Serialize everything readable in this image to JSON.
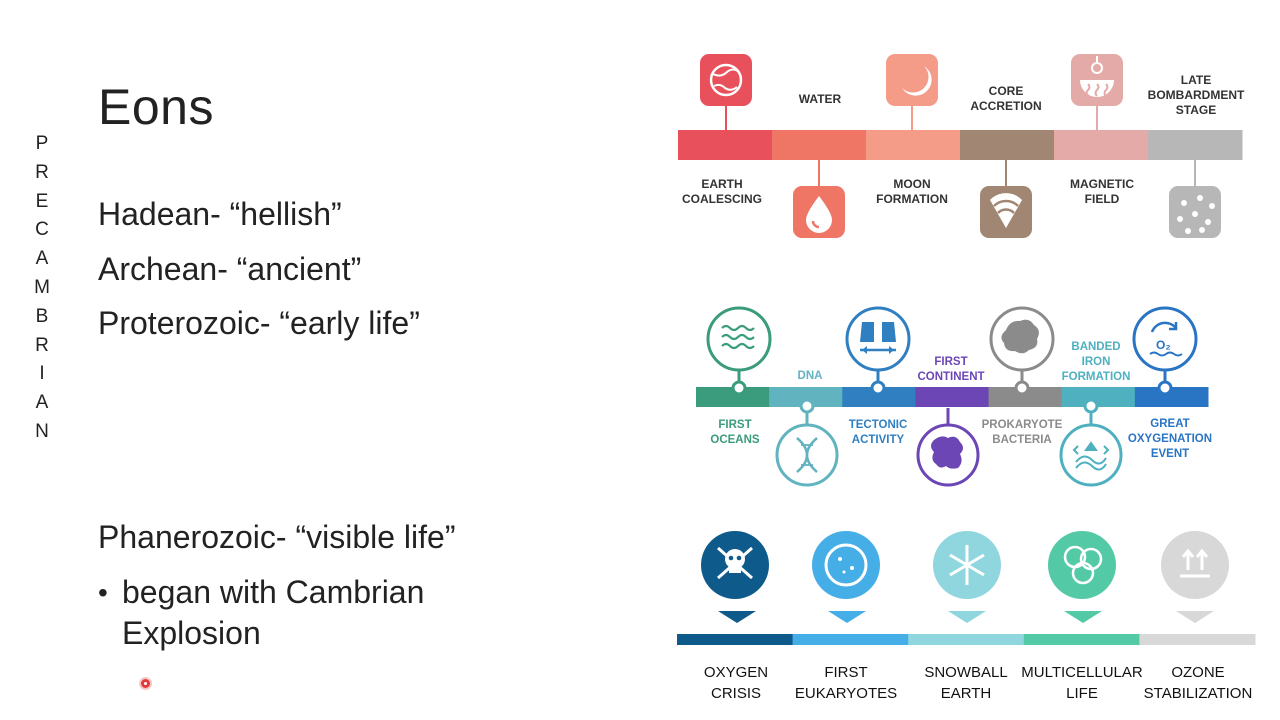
{
  "slide": {
    "title": "Eons",
    "vertical_letters": [
      "P",
      "R",
      "E",
      "C",
      "A",
      "M",
      "B",
      "R",
      "I",
      "A",
      "N"
    ],
    "eons": [
      "Hadean- “hellish”",
      "Archean- “ancient”",
      "Proterozoic- “early life”",
      "Phanerozoic- “visible life”"
    ],
    "bullet": "began with Cambrian Explosion"
  },
  "timeline_hadean": {
    "segments": [
      {
        "color": "#e8505b"
      },
      {
        "color": "#ef7565"
      },
      {
        "color": "#f59c89"
      },
      {
        "color": "#a18773"
      },
      {
        "color": "#e3aaa8"
      },
      {
        "color": "#b7b7b7"
      }
    ],
    "labels": {
      "earth_coalescing": "EARTH\nCOALESCING",
      "water": "WATER",
      "moon_formation": "MOON\nFORMATION",
      "core_accretion": "CORE\nACCRETION",
      "magnetic_field": "MAGNETIC\nFIELD",
      "late_bombardment": "LATE\nBOMBARDMENT\nSTAGE"
    },
    "icons": [
      "planet-icon",
      "water-drop-icon",
      "moon-icon",
      "wifi-core-icon",
      "magnet-field-icon",
      "meteor-rain-icon"
    ]
  },
  "timeline_archean": {
    "segments": [
      {
        "color": "#3a9b7d"
      },
      {
        "color": "#62b3c0"
      },
      {
        "color": "#2f7fc1"
      },
      {
        "color": "#6c46b5"
      },
      {
        "color": "#8b8b8b"
      },
      {
        "color": "#4fb0c0"
      },
      {
        "color": "#2a74c4"
      }
    ],
    "labels": {
      "first_oceans": "FIRST\nOCEANS",
      "dna": "DNA",
      "tectonic_activity": "TECTONIC\nACTIVITY",
      "first_continent": "FIRST\nCONTINENT",
      "prokaryote_bacteria": "PROKARYOTE\nBACTERIA",
      "banded_iron": "BANDED\nIRON\nFORMATION",
      "great_oxygenation": "GREAT\nOXYGENATION\nEVENT"
    },
    "icons": [
      "waves-icon",
      "dna-icon",
      "tectonic-plates-icon",
      "continent-icon",
      "bacteria-icon",
      "iron-layers-icon",
      "oxygen-icon"
    ]
  },
  "timeline_proterozoic": {
    "segments": [
      {
        "color": "#0e5a8a"
      },
      {
        "color": "#46aee6"
      },
      {
        "color": "#8fd6df"
      },
      {
        "color": "#53c9a6"
      },
      {
        "color": "#d8d8d8"
      }
    ],
    "labels": {
      "oxygen_crisis": "OXYGEN\nCRISIS",
      "first_eukaryotes": "FIRST\nEUKARYOTES",
      "snowball_earth": "SNOWBALL\nEARTH",
      "multicellular_life": "MULTICELLULAR\nLIFE",
      "ozone_stabilization": "OZONE\nSTABILIZATION"
    },
    "icons": [
      "skull-crossbones-icon",
      "cell-icon",
      "snowflake-icon",
      "multicell-icon",
      "ozone-arrows-icon"
    ]
  }
}
